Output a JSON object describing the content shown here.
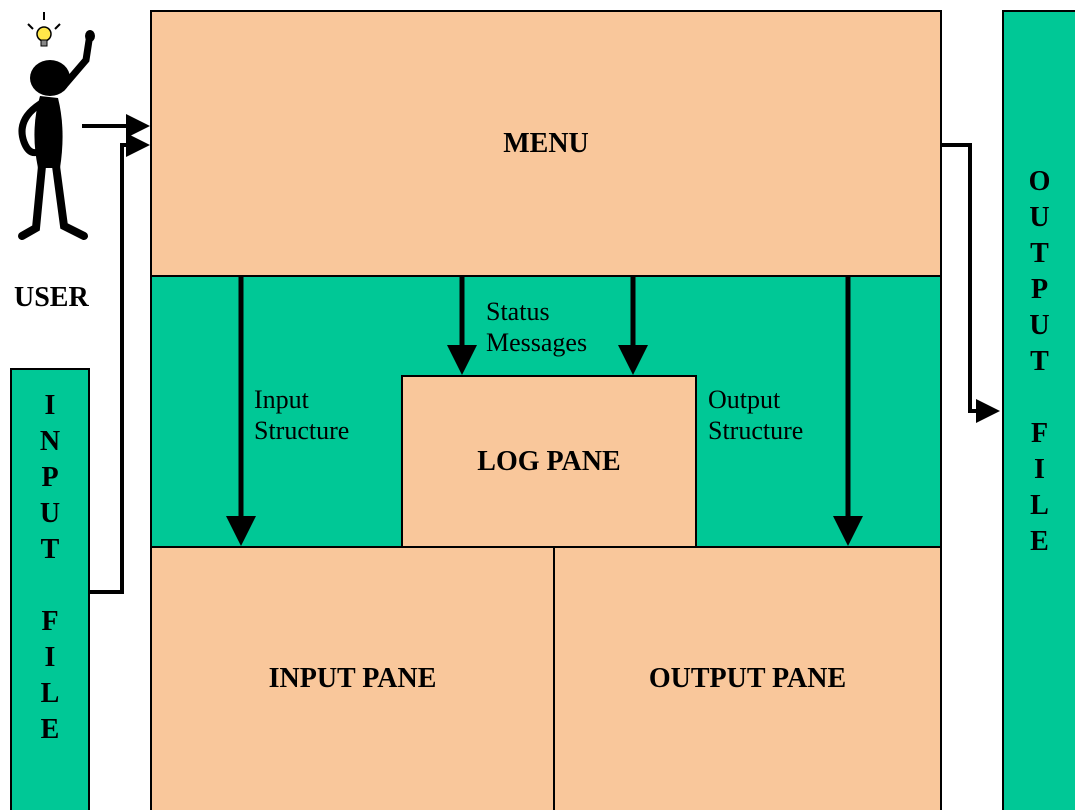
{
  "menu": {
    "label": "MENU"
  },
  "log_pane": {
    "label": "LOG PANE"
  },
  "input_pane": {
    "label": "INPUT PANE"
  },
  "output_pane": {
    "label": "OUTPUT PANE"
  },
  "user": {
    "label": "USER"
  },
  "input_file": {
    "letters": [
      "I",
      "N",
      "P",
      "U",
      "T",
      "",
      "F",
      "I",
      "L",
      "E"
    ]
  },
  "output_file": {
    "letters": [
      "O",
      "U",
      "T",
      "P",
      "U",
      "T",
      "",
      "F",
      "I",
      "L",
      "E"
    ]
  },
  "labels": {
    "status_messages_line1": "Status",
    "status_messages_line2": "Messages",
    "input_structure_line1": "Input",
    "input_structure_line2": "Structure",
    "output_structure_line1": "Output",
    "output_structure_line2": "Structure"
  },
  "colors": {
    "pane": "#f9c79b",
    "frame": "#00c896"
  }
}
